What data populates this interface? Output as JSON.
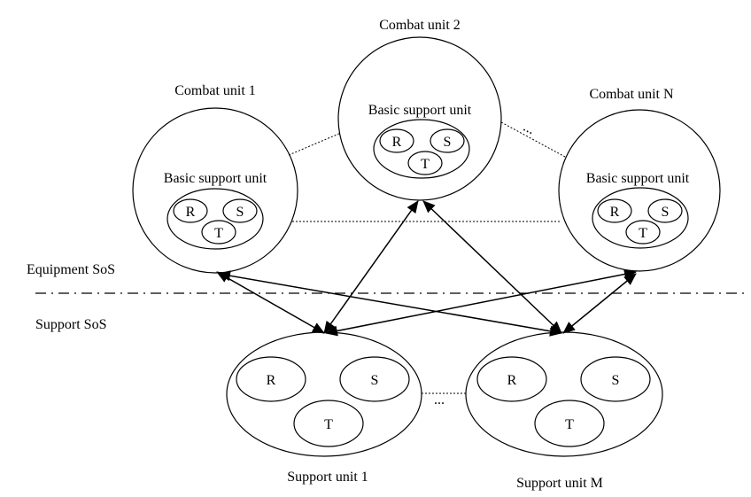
{
  "diagram": {
    "layers": {
      "upper": "Equipment SoS",
      "lower": "Support SoS"
    },
    "combat_units": [
      {
        "title": "Combat unit 1",
        "inner_title": "Basic support unit",
        "components": [
          "R",
          "S",
          "T"
        ]
      },
      {
        "title": "Combat unit 2",
        "inner_title": "Basic support unit",
        "components": [
          "R",
          "S",
          "T"
        ]
      },
      {
        "title": "Combat unit N",
        "inner_title": "Basic support unit",
        "components": [
          "R",
          "S",
          "T"
        ]
      }
    ],
    "combat_ellipsis": "...",
    "support_units": [
      {
        "title": "Support unit 1",
        "components": [
          "R",
          "S",
          "T"
        ]
      },
      {
        "title": "Support unit M",
        "components": [
          "R",
          "S",
          "T"
        ]
      }
    ],
    "support_ellipsis": "...",
    "connections": [
      {
        "from": "Combat unit 1",
        "to": "Support unit 1",
        "type": "bidirectional"
      },
      {
        "from": "Combat unit 1",
        "to": "Support unit M",
        "type": "bidirectional"
      },
      {
        "from": "Combat unit 2",
        "to": "Support unit 1",
        "type": "bidirectional"
      },
      {
        "from": "Combat unit 2",
        "to": "Support unit M",
        "type": "bidirectional"
      },
      {
        "from": "Combat unit N",
        "to": "Support unit 1",
        "type": "bidirectional"
      },
      {
        "from": "Combat unit N",
        "to": "Support unit M",
        "type": "bidirectional"
      }
    ]
  }
}
